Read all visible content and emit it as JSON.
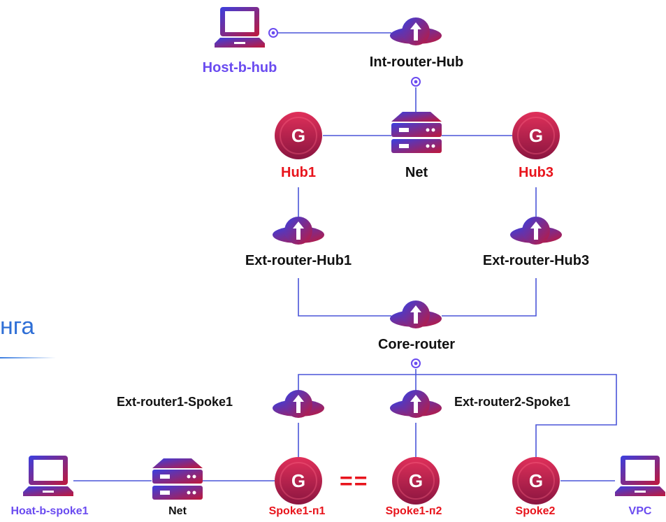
{
  "colors": {
    "line": "#4a55d8",
    "dark_label": "#111111",
    "red_label": "#e8141c",
    "purple_label": "#6a4bf0",
    "blue_text": "#2f6fd6",
    "gradient_start": "#3a3fe0",
    "gradient_end": "#c0183a"
  },
  "fragment_text": "нга",
  "equal_sign": "==",
  "nodes": {
    "host_b_hub": {
      "label": "Host-b-hub",
      "icon": "laptop-icon"
    },
    "int_router_hub": {
      "label": "Int-router-Hub",
      "icon": "router-icon"
    },
    "hub1": {
      "label": "Hub1",
      "icon": "g-node-icon"
    },
    "net_top": {
      "label": "Net",
      "icon": "switch-icon"
    },
    "hub3": {
      "label": "Hub3",
      "icon": "g-node-icon"
    },
    "ext_router_hub1": {
      "label": "Ext-router-Hub1",
      "icon": "router-icon"
    },
    "ext_router_hub3": {
      "label": "Ext-router-Hub3",
      "icon": "router-icon"
    },
    "core_router": {
      "label": "Core-router",
      "icon": "router-icon"
    },
    "ext_router1_spoke1": {
      "label": "Ext-router1-Spoke1",
      "icon": "router-icon"
    },
    "ext_router2_spoke1": {
      "label": "Ext-router2-Spoke1",
      "icon": "router-icon"
    },
    "hoat_b_spoke1": {
      "label": "Hoat-b-spoke1",
      "icon": "laptop-icon"
    },
    "net_bottom": {
      "label": "Net",
      "icon": "switch-icon"
    },
    "spoke1_n1": {
      "label": "Spoke1-п1",
      "icon": "g-node-icon"
    },
    "spoke1_n2": {
      "label": "Spoke1-п2",
      "icon": "g-node-icon"
    },
    "spoke2": {
      "label": "Spoke2",
      "icon": "g-node-icon"
    },
    "vpc": {
      "label": "VPC",
      "icon": "laptop-icon"
    }
  }
}
